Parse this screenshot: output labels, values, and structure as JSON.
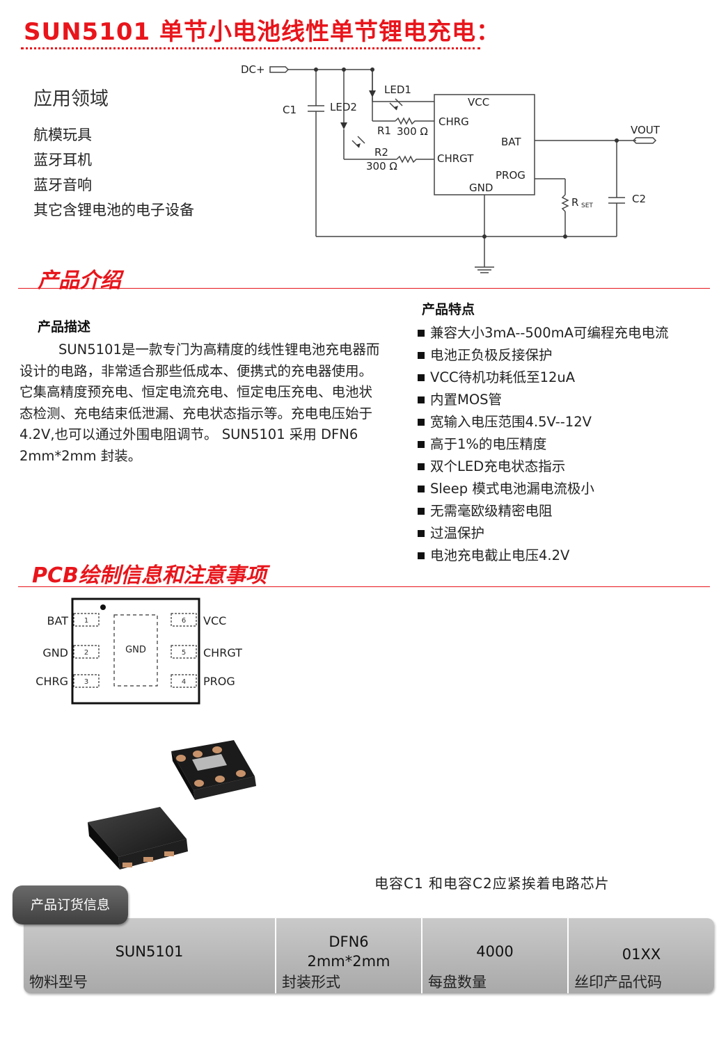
{
  "header": {
    "title": "SUN5101 单节小电池线性单节锂电充电："
  },
  "applications": {
    "heading": "应用领域",
    "items": [
      "航模玩具",
      "蓝牙耳机",
      "蓝牙音响",
      "其它含锂电池的电子设备"
    ]
  },
  "schematic": {
    "dc_in": "DC+",
    "vout": "VOUT",
    "c1": "C1",
    "c2": "C2",
    "led1": "LED1",
    "led2": "LED2",
    "r1": "R1",
    "r1_value": "300 Ω",
    "r2": "R2",
    "r2_value": "300 Ω",
    "rset": "R",
    "rset_sub": "SET",
    "pins": {
      "vcc": "VCC",
      "chrg": "CHRG",
      "chrgt": "CHRGT",
      "bat": "BAT",
      "prog": "PROG",
      "gnd": "GND"
    }
  },
  "product_intro": {
    "section_title": "产品介绍",
    "description_heading": "产品描述",
    "description": "SUN5101是一款专门为高精度的线性锂电池充电器而设计的电路，非常适合那些低成本、便携式的充电器使用。它集高精度预充电、恒定电流充电、恒定电压充电、电池状态检测、充电结束低泄漏、充电状态指示等。充电电压始于4.2V,也可以通过外围电阻调节。 SUN5101 采用 DFN6 2mm*2mm 封装。",
    "features_heading": "产品特点",
    "features": [
      "兼容大小3mA--500mA可编程充电电流",
      "电池正负极反接保护",
      "VCC待机功耗低至12uA",
      "内置MOS管",
      "宽输入电压范围4.5V--12V",
      "高于1%的电压精度",
      "双个LED充电状态指示",
      "Sleep 模式电池漏电流极小",
      "无需毫欧级精密电阻",
      "过温保护",
      "电池充电截止电压4.2V"
    ]
  },
  "pcb": {
    "section_title": "PCB绘制信息和注意事项",
    "pad_label": "GND",
    "pins_left": [
      {
        "name": "BAT",
        "num": "1"
      },
      {
        "name": "GND",
        "num": "2"
      },
      {
        "name": "CHRG",
        "num": "3"
      }
    ],
    "pins_right": [
      {
        "name": "VCC",
        "num": "6"
      },
      {
        "name": "CHRGT",
        "num": "5"
      },
      {
        "name": "PROG",
        "num": "4"
      }
    ],
    "note": "电容C1 和电容C2应紧挨着电路芯片"
  },
  "ordering": {
    "tab_label": "产品订货信息",
    "columns": [
      {
        "value": "SUN5101",
        "label": "物料型号"
      },
      {
        "value": "DFN6\n2mm*2mm",
        "label": "封装形式"
      },
      {
        "value": "4000",
        "label": "每盘数量"
      },
      {
        "value": "01XX",
        "label": "丝印产品代码"
      }
    ]
  },
  "colors": {
    "accent_red": "#e8151b",
    "table_gray": "#b8b8b8",
    "tab_dark": "#4a4a4a",
    "chip_pad": "#c7926a"
  }
}
